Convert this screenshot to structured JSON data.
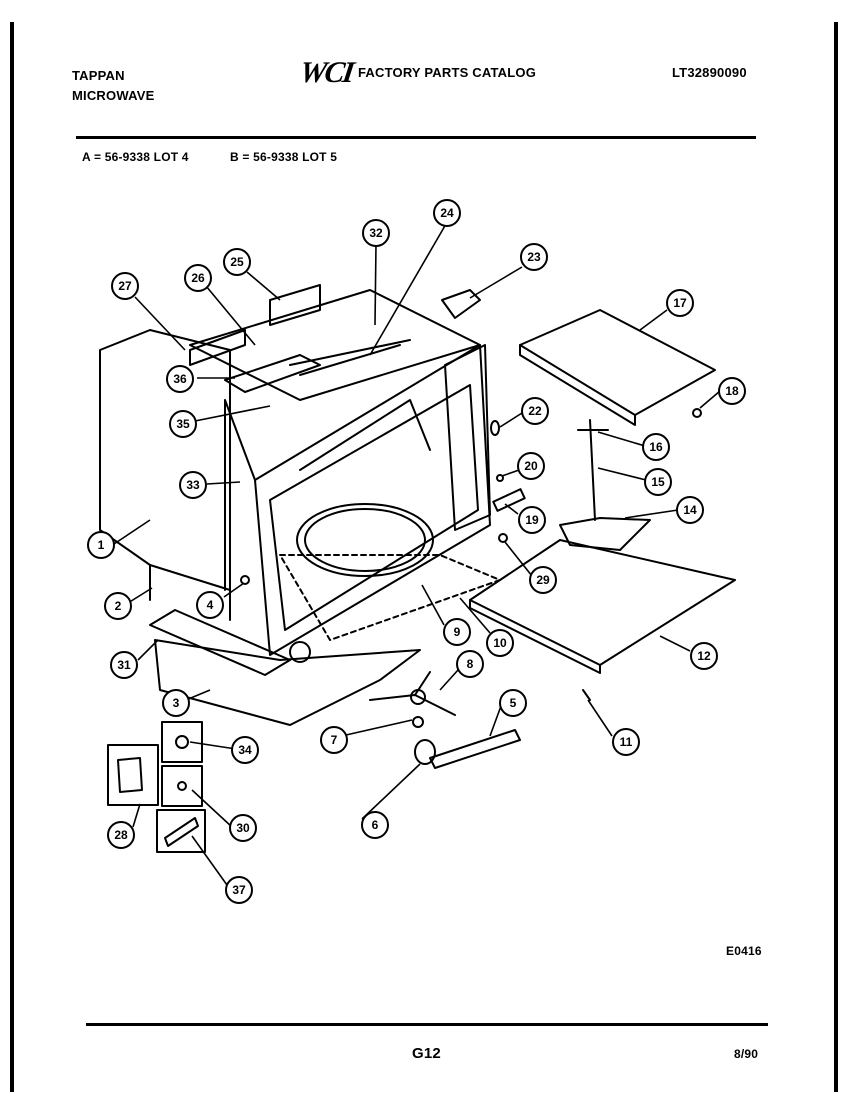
{
  "header": {
    "brand_line1": "TAPPAN",
    "brand_line2": "MICROWAVE",
    "logo": "WCI",
    "catalog_title": "FACTORY PARTS CATALOG",
    "model_number": "LT32890090",
    "variant_a": "A = 56-9338 LOT 4",
    "variant_b": "B = 56-9338 LOT 5"
  },
  "diagram": {
    "code": "E0416",
    "callouts": [
      "1",
      "2",
      "3",
      "4",
      "5",
      "6",
      "7",
      "8",
      "9",
      "10",
      "11",
      "12",
      "14",
      "15",
      "16",
      "17",
      "18",
      "19",
      "20",
      "22",
      "23",
      "24",
      "25",
      "26",
      "27",
      "28",
      "29",
      "30",
      "31",
      "32",
      "33",
      "34",
      "35",
      "36",
      "37"
    ]
  },
  "footer": {
    "page": "G12",
    "date": "8/90"
  }
}
